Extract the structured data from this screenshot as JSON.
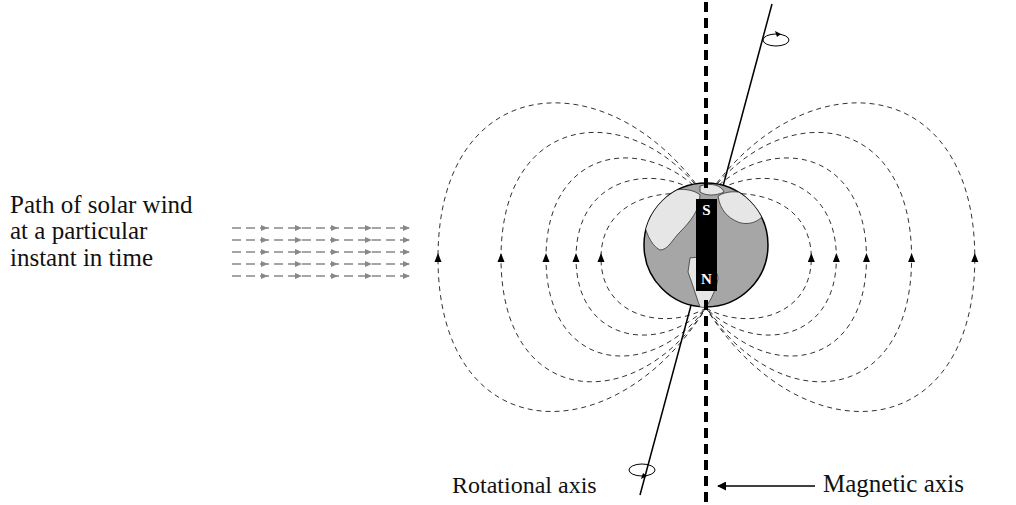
{
  "diagram": {
    "nodes": [
      {
        "text": [
          "S",
          "N"
        ]
      }
    ],
    "labels": [
      "Path of solar wind at a particular instant in time",
      "Magnetic axis",
      "Rotational axis"
    ]
  }
}
